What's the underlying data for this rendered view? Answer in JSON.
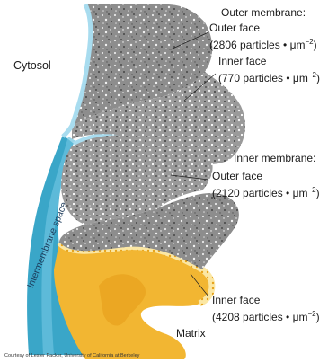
{
  "labels": {
    "outer_membrane_heading": "Outer membrane:",
    "inner_membrane_heading": "Inner membrane:",
    "cytosol": "Cytosol",
    "matrix": "Matrix",
    "intermembrane_space": "Intermembrane space",
    "outer_membrane_outer_face": {
      "title": "Outer face",
      "detail": "(2806 particles • μm",
      "exponent": "−2",
      "close": ")"
    },
    "outer_membrane_inner_face": {
      "title": "Inner face",
      "detail": "(770 particles • μm",
      "exponent": "−2",
      "close": ")"
    },
    "inner_membrane_outer_face": {
      "title": "Outer face",
      "detail": "(2120 particles • μm",
      "exponent": "−2",
      "close": ")"
    },
    "inner_membrane_inner_face": {
      "title": "Inner face",
      "detail": "(4208 particles • μm",
      "exponent": "−2",
      "close": ")"
    }
  },
  "credit": "Courtesy of Lester Packer, University of California at Berkeley",
  "colors": {
    "outer_membrane_surface": "#8a8a8a",
    "inner_membrane_surface": "#9a9a9a",
    "intermembrane_space": "#3aa6c8",
    "membrane_edge": "#a8dcef",
    "matrix": "#f2b632",
    "matrix_edge": "#fbe7a4"
  }
}
